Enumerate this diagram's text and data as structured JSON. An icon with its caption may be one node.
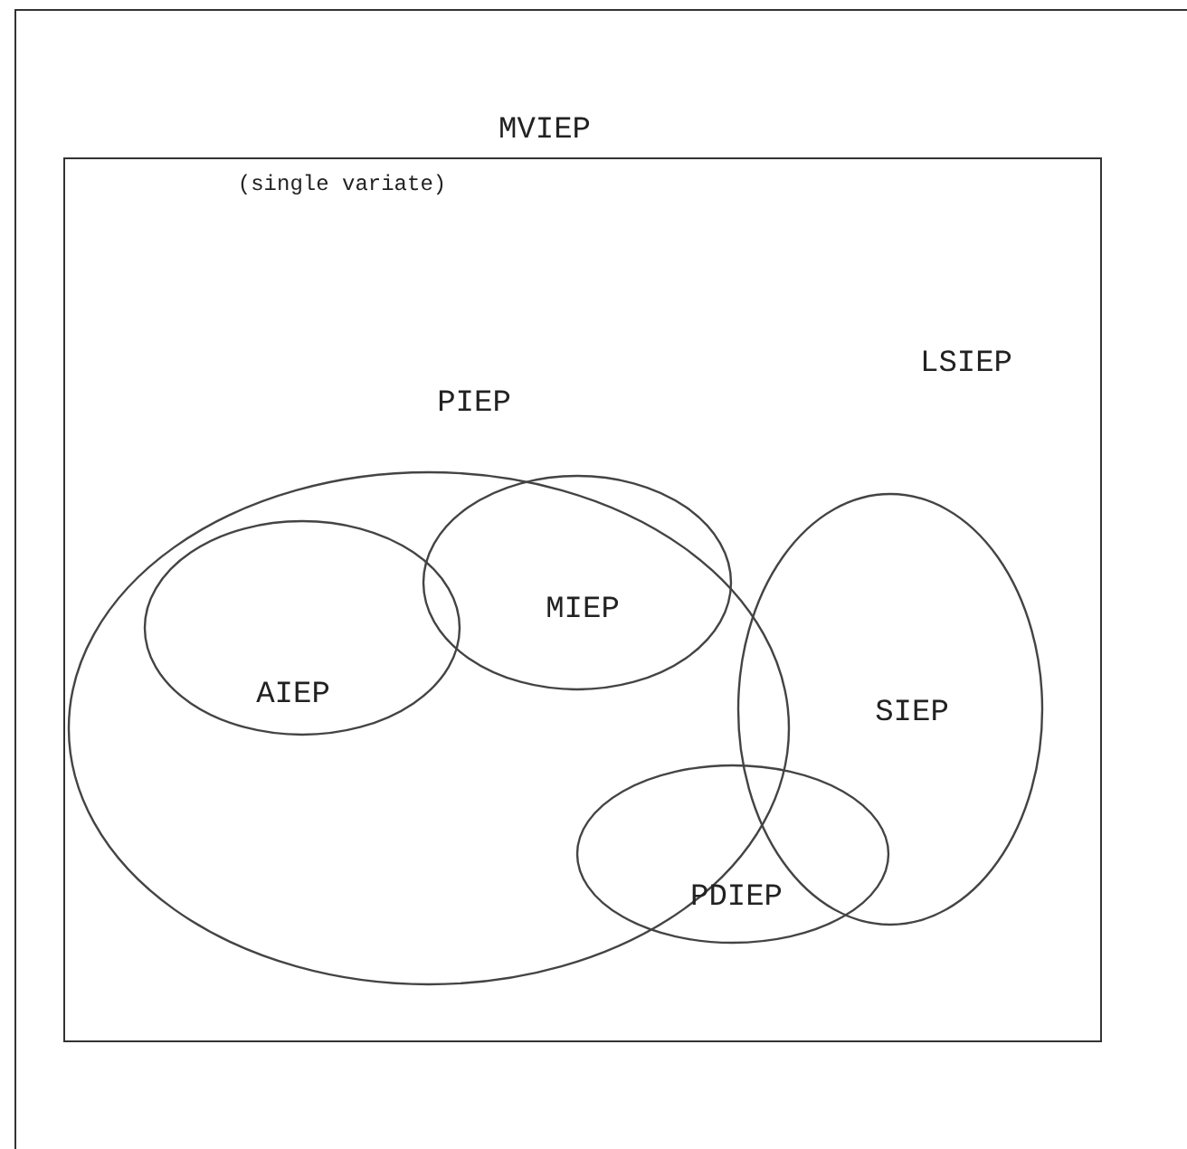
{
  "diagram": {
    "nodes": [
      {
        "text": [
          "MVIEP"
        ]
      },
      {
        "text": [
          "(single variate)",
          "LSIEP"
        ],
        "in": 0
      },
      {
        "text": [
          "PIEP"
        ],
        "in": 1
      },
      {
        "text": [
          "AIEP"
        ],
        "in": 2
      },
      {
        "text": [
          "MIEP"
        ],
        "in": 2
      },
      {
        "text": [
          "SIEP"
        ],
        "in": 1
      },
      {
        "text": [
          "PDIEP"
        ],
        "in": 1
      }
    ]
  }
}
